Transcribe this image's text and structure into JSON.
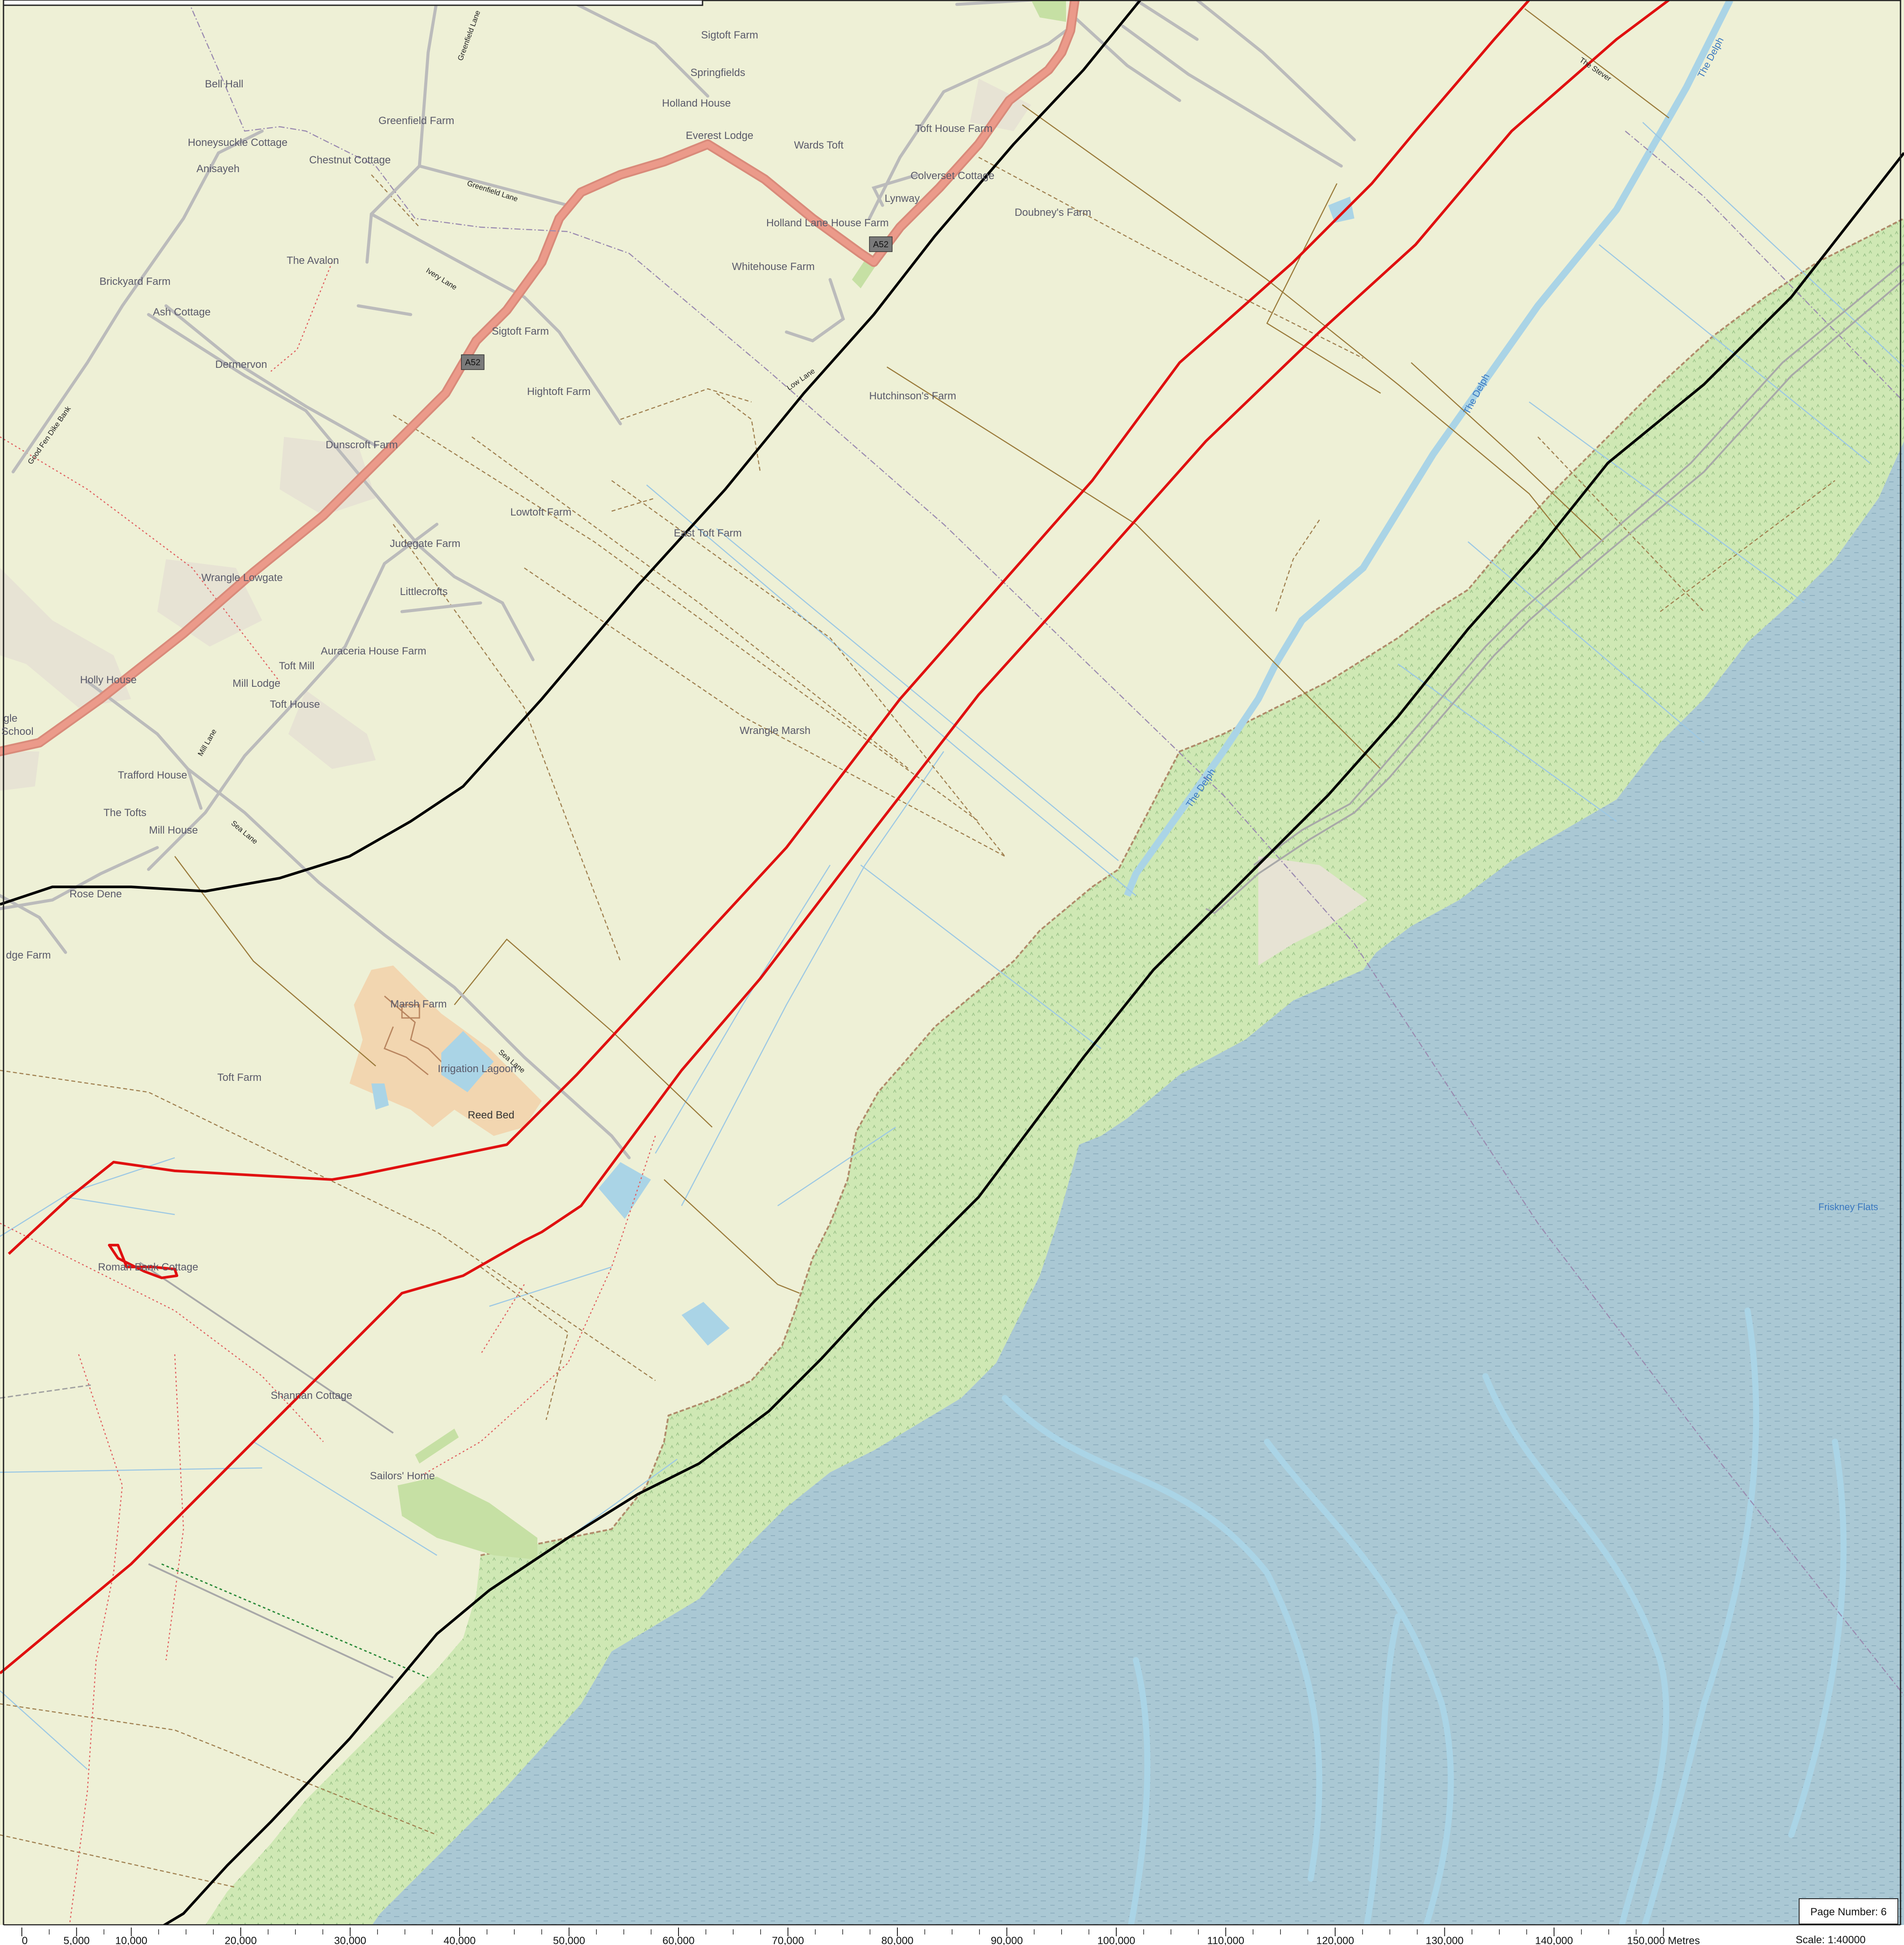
{
  "places": [
    "Sigtoft Farm",
    "Springfields",
    "Holland House",
    "Everest Lodge",
    "Wards Toft",
    "Bell Hall",
    "Greenfield Farm",
    "Honeysuckle Cottage",
    "Anisayeh",
    "Chestnut Cottage",
    "Toft House Farm",
    "Colverset Cottage",
    "Lynway",
    "Holland Lane House Farm",
    "Doubney's Farm",
    "Whitehouse Farm",
    "The Avalon",
    "Brickyard Farm",
    "Ash Cottage",
    "Sigtoft Farm",
    "Dermervon",
    "Hightoft Farm",
    "Hutchinson's Farm",
    "Dunscroft Farm",
    "Lowtoft Farm",
    "East Toft Farm",
    "Judegate Farm",
    "Littlecrofts",
    "Wrangle Lowgate",
    "Holly House",
    "Auraceria House Farm",
    "Toft Mill",
    "Mill Lodge",
    "Toft House",
    "Wrangle Marsh",
    "Trafford House",
    "The Tofts",
    "Mill House",
    "Rose Dene",
    "dge Farm",
    "Marsh Farm",
    "Irrigation Lagoon",
    "Toft Farm",
    "Reed Bed",
    "Roman Bank Cottage",
    "Shannan Cottage",
    "Sailors' Home",
    "gle",
    "School"
  ],
  "roads": [
    "Greenfield Lane",
    "Greenfield Lane",
    "Ivery Lane",
    "Low Lane",
    "Good Fen Dike Bank",
    "Mill Lane",
    "Sea Lane",
    "Sea Lane"
  ],
  "waterways": [
    "The Delph",
    "The Delph",
    "The Delph",
    "The Stever",
    "Friskney Flats"
  ],
  "road_shields": [
    "A52",
    "A52"
  ],
  "scale_bar": {
    "ticks": [
      "0",
      "5,000",
      "10,000",
      "20,000",
      "30,000",
      "40,000",
      "50,000",
      "60,000",
      "70,000",
      "80,000",
      "90,000",
      "100,000",
      "110,000",
      "120,000",
      "130,000",
      "140,000",
      "150,000 Metres"
    ],
    "scale_label": "Scale: 1:40000"
  },
  "page_number": "Page Number: 6",
  "colors": {
    "land": "#eef0d6",
    "saltmarsh": "#cfe8b4",
    "sea": "#aac8d4",
    "water": "#aad4e6",
    "primary_road": "#eb9a8a",
    "route_red": "#e01010",
    "route_black": "#000000",
    "farmyard": "#f2d6b0",
    "drain_brown": "#8b6a2b"
  }
}
